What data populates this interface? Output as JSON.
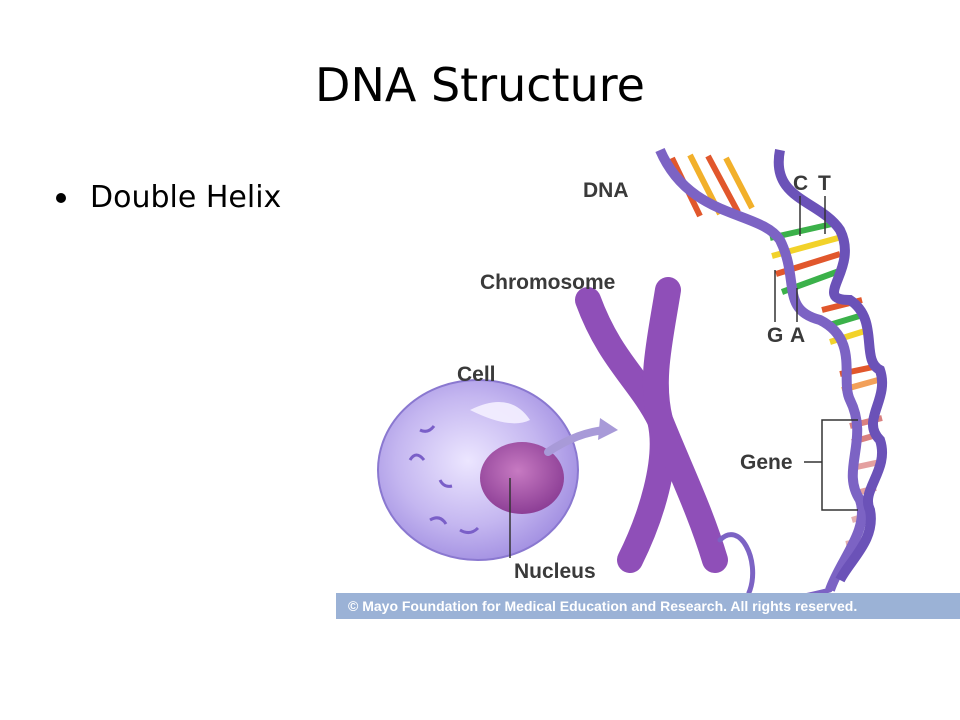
{
  "slide": {
    "title": "DNA Structure",
    "bullets": [
      "Double Helix"
    ]
  },
  "diagram": {
    "labels": {
      "dna": "DNA",
      "chromosome": "Chromosome",
      "cell": "Cell",
      "nucleus": "Nucleus",
      "gene": "Gene",
      "base_c": "C",
      "base_t": "T",
      "base_g": "G",
      "base_a": "A"
    },
    "credit": "© Mayo Foundation for Medical Education and Research. All rights reserved."
  },
  "colors": {
    "helix_backbone": "#7c63c4",
    "chromosome": "#8f4fb8",
    "cell": "#b6a6ea",
    "nucleus": "#a24fa6",
    "credit_bar": "#9bb2d6"
  }
}
